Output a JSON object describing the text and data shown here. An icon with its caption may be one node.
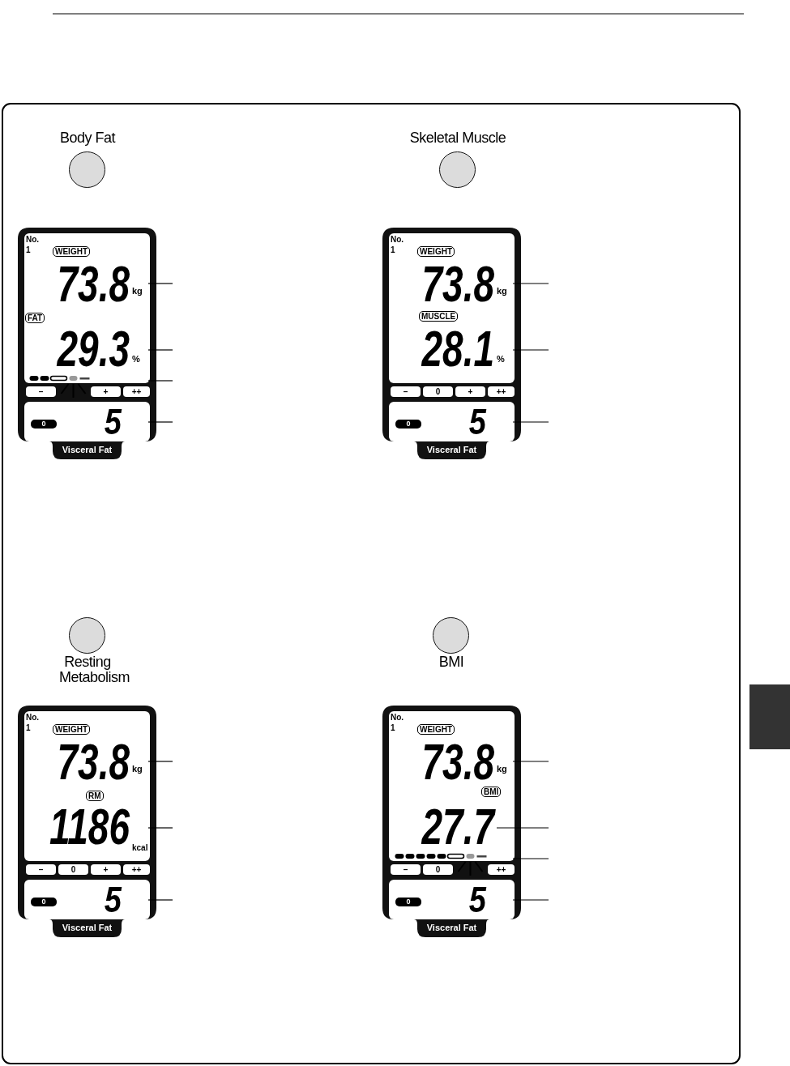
{
  "diagram": {
    "nodes": [
      {
        "text": [
          "Body Fat"
        ]
      },
      {
        "text": [
          "No. 1",
          "Visceral Fat"
        ]
      },
      {
        "text": [
          "WEIGHT",
          "73.8",
          "kg"
        ],
        "in": 1
      },
      {
        "text": [
          "FAT",
          "29.3",
          "%"
        ],
        "in": 1
      },
      {
        "text": [
          "–",
          "+",
          "++"
        ],
        "in": 1
      },
      {
        "text": [
          "0",
          "5"
        ],
        "in": 1
      },
      {
        "text": [
          "Skeletal Muscle"
        ]
      },
      {
        "text": [
          "No. 1",
          "Visceral Fat"
        ]
      },
      {
        "text": [
          "WEIGHT",
          "73.8",
          "kg"
        ],
        "in": 7
      },
      {
        "text": [
          "MUSCLE",
          "28.1",
          "%"
        ],
        "in": 7
      },
      {
        "text": [
          "–",
          "0",
          "+",
          "++"
        ],
        "in": 7
      },
      {
        "text": [
          "0",
          "5"
        ],
        "in": 7
      },
      {
        "text": [
          "Resting Metabolism"
        ]
      },
      {
        "text": [
          "No. 1",
          "Visceral Fat"
        ]
      },
      {
        "text": [
          "WEIGHT",
          "73.8",
          "kg"
        ],
        "in": 13
      },
      {
        "text": [
          "RM",
          "1186",
          "kcal"
        ],
        "in": 13
      },
      {
        "text": [
          "–",
          "0",
          "+",
          "++"
        ],
        "in": 13
      },
      {
        "text": [
          "0",
          "5"
        ],
        "in": 13
      },
      {
        "text": [
          "BMI"
        ]
      },
      {
        "text": [
          "No. 1",
          "Visceral Fat"
        ]
      },
      {
        "text": [
          "WEIGHT",
          "73.8",
          "kg"
        ],
        "in": 19
      },
      {
        "text": [
          "BMI",
          "27.7"
        ],
        "in": 19
      },
      {
        "text": [
          "–",
          "0",
          "++"
        ],
        "in": 19
      },
      {
        "text": [
          "0",
          "5"
        ],
        "in": 19
      },
      {
        "text": [],
        "shape": "box"
      }
    ],
    "edges": [
      {
        "from": null,
        "to": 2,
        "arrow": "none"
      },
      {
        "from": null,
        "to": 3,
        "arrow": "none"
      },
      {
        "from": null,
        "to": 4,
        "arrow": "none"
      },
      {
        "from": null,
        "to": 5,
        "arrow": "none"
      },
      {
        "from": null,
        "to": 8,
        "arrow": "none"
      },
      {
        "from": null,
        "to": 9,
        "arrow": "none"
      },
      {
        "from": null,
        "to": 11,
        "arrow": "none"
      },
      {
        "from": null,
        "to": 14,
        "arrow": "none"
      },
      {
        "from": null,
        "to": 15,
        "arrow": "none"
      },
      {
        "from": null,
        "to": 17,
        "arrow": "none"
      },
      {
        "from": null,
        "to": 20,
        "arrow": "none"
      },
      {
        "from": null,
        "to": 21,
        "arrow": "none"
      },
      {
        "from": null,
        "to": 22,
        "arrow": "none"
      },
      {
        "from": null,
        "to": 23,
        "arrow": "none"
      }
    ]
  }
}
